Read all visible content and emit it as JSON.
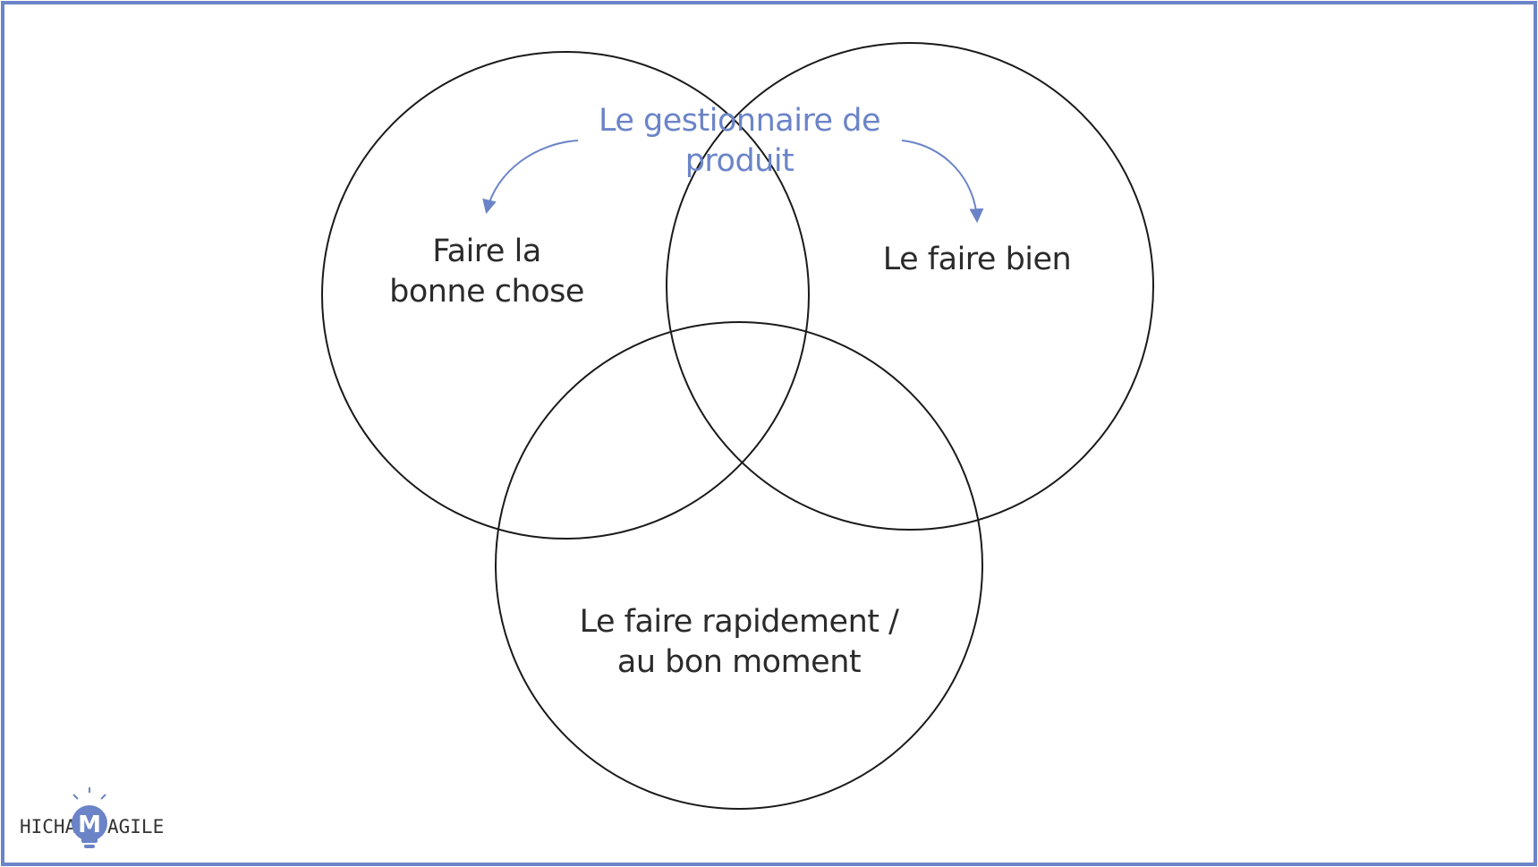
{
  "diagram": {
    "type": "venn",
    "title": [
      "Le gestionnaire de",
      "produit"
    ],
    "sets": [
      {
        "id": "left",
        "lines": [
          "Faire la",
          "bonne chose"
        ]
      },
      {
        "id": "right",
        "lines": [
          "Le faire bien"
        ]
      },
      {
        "id": "bottom",
        "lines": [
          "Le faire rapidement /",
          "au bon moment"
        ]
      }
    ]
  },
  "logo": {
    "left_text": "HICHA",
    "mark_letter": "M",
    "right_text": "AGILE"
  },
  "colors": {
    "frame": "#6b84c8",
    "accent": "#6b84c8",
    "circle_stroke": "#1a1a1a",
    "text": "#2b2b2b",
    "logo_bulb": "#6b84c8"
  }
}
